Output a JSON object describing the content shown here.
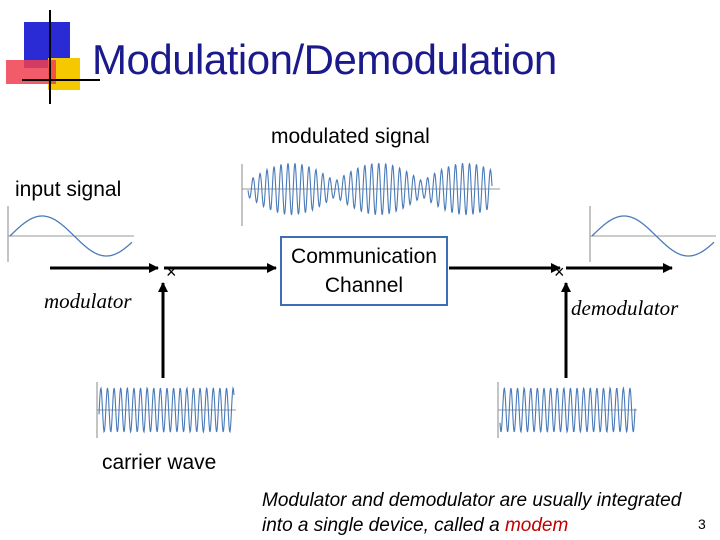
{
  "title": "Modulation/Demodulation",
  "labels": {
    "modulated_signal": "modulated signal",
    "input_signal": "input signal",
    "modulator": "modulator",
    "demodulator": "demodulator",
    "carrier_wave": "carrier wave",
    "multiply_symbol": "×"
  },
  "channel": {
    "line1": "Communication",
    "line2": "Channel"
  },
  "footnote": {
    "line1": "Modulator and demodulator are usually integrated",
    "line2_prefix": "into a single device, called a ",
    "line2_keyword": "modem"
  },
  "page_number": "3",
  "colors": {
    "title": "#1a1a8c",
    "channel_border": "#3d6fb6",
    "accent": "#c00000",
    "wave": "#4a7ab8",
    "logo_blue": "#2b2bd6",
    "logo_yellow": "#f5c800",
    "logo_red": "#f04050"
  }
}
